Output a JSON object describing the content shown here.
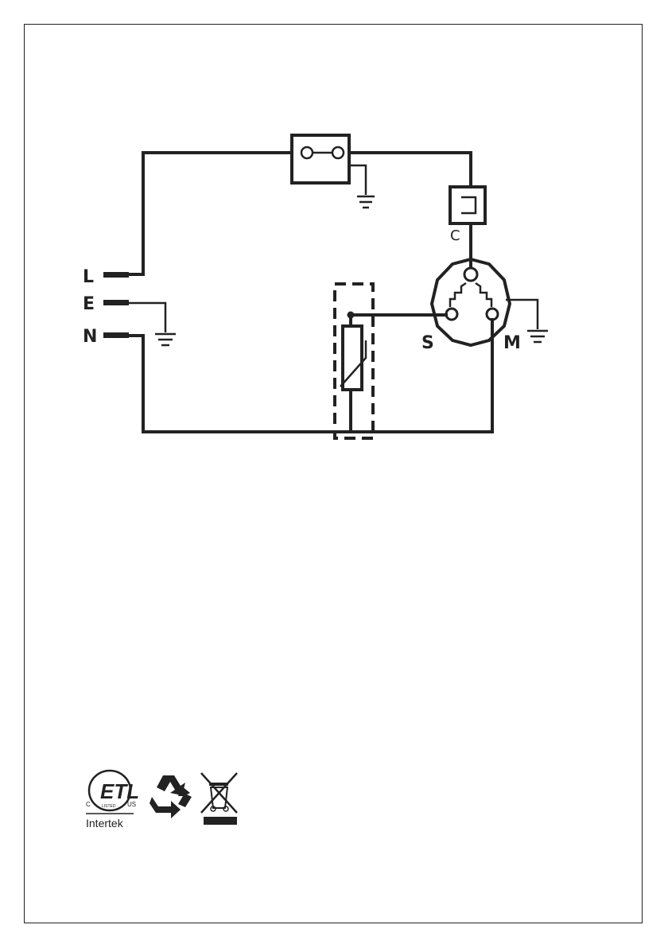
{
  "diagram": {
    "terminals": {
      "line": "L",
      "earth": "E",
      "neutral": "N"
    },
    "capacitor_label": "C",
    "compressor_pins": {
      "start": "S",
      "main": "M"
    }
  },
  "certifications": {
    "etl": {
      "mark": "ETL",
      "listed": "LISTED",
      "left": "C",
      "right": "US",
      "company": "Intertek"
    }
  },
  "colors": {
    "ink": "#222222",
    "background": "#ffffff"
  }
}
